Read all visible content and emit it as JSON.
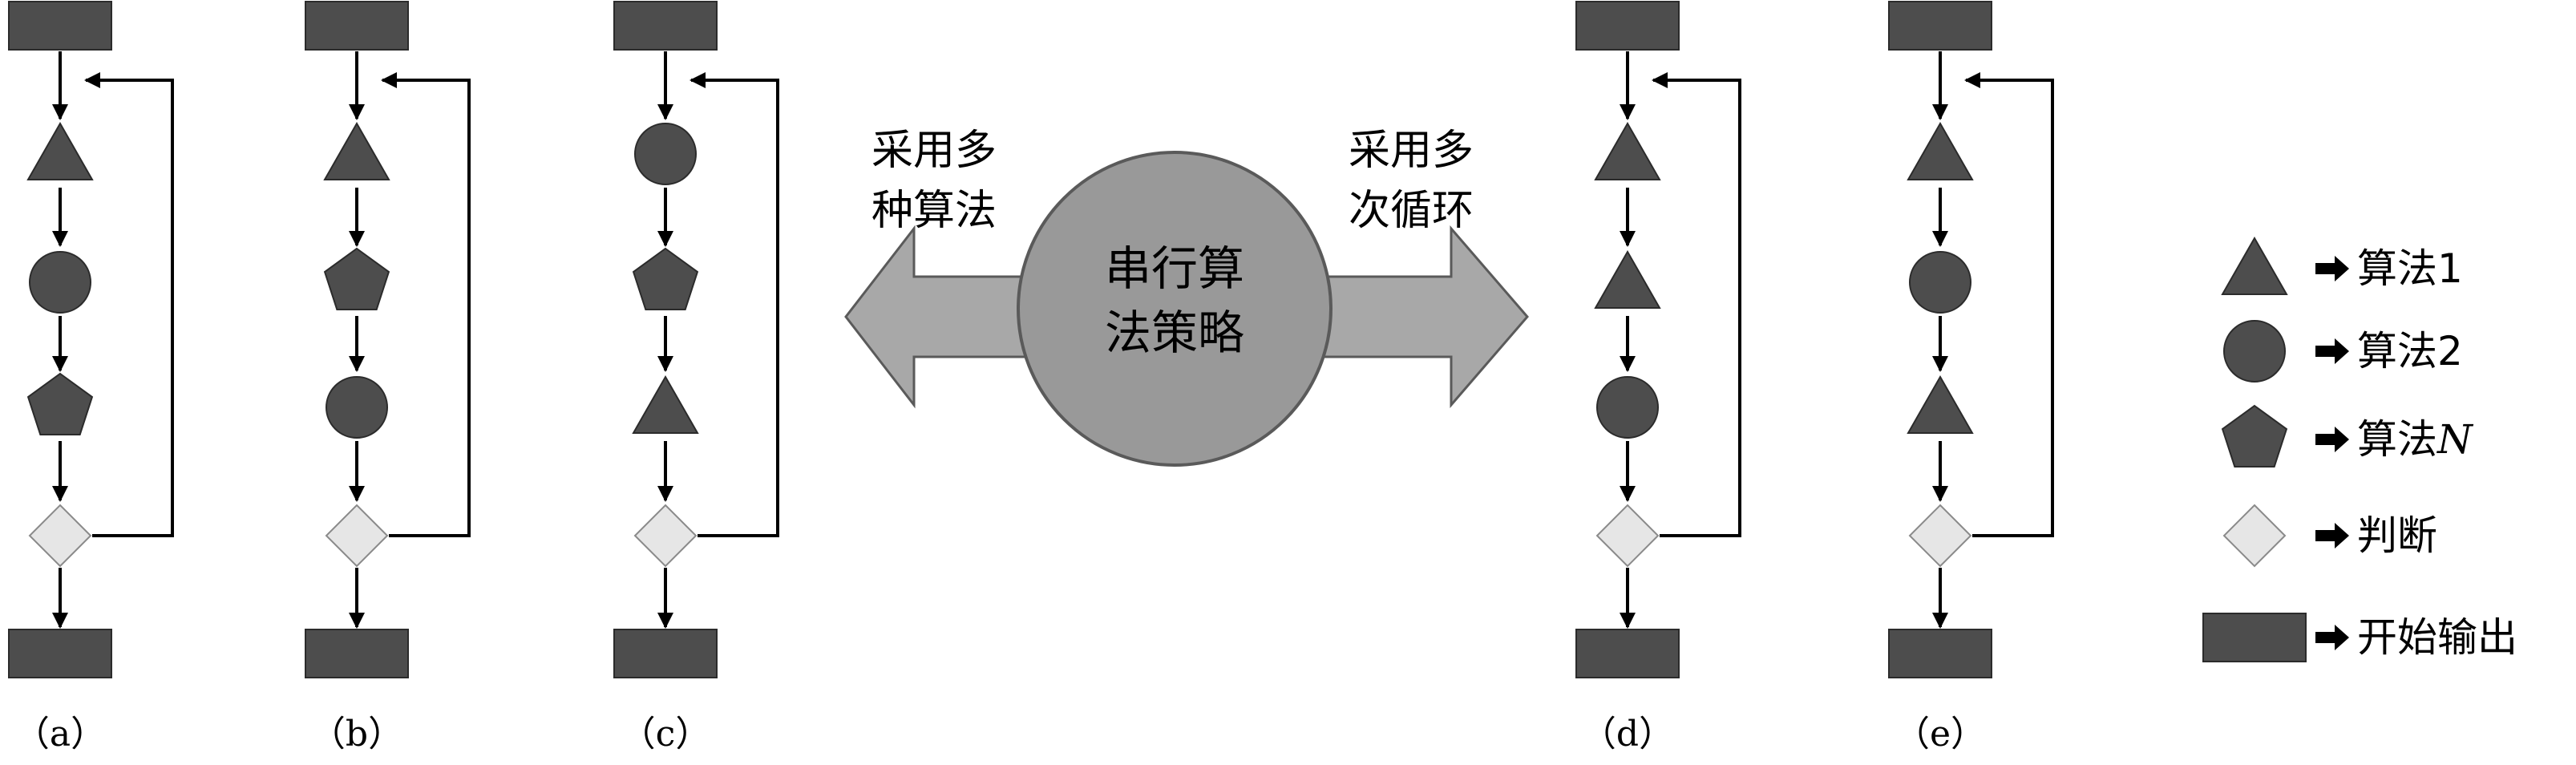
{
  "center": {
    "line1": "串行算",
    "line2": "法策略"
  },
  "left_arrow": {
    "line1": "采用多",
    "line2": "种算法"
  },
  "right_arrow": {
    "line1": "采用多",
    "line2": "次循环"
  },
  "flows": [
    {
      "caption": "（a）",
      "steps": [
        "triangle",
        "circle",
        "pentagon"
      ]
    },
    {
      "caption": "（b）",
      "steps": [
        "triangle",
        "pentagon",
        "circle"
      ]
    },
    {
      "caption": "（c）",
      "steps": [
        "circle",
        "pentagon",
        "triangle"
      ]
    },
    {
      "caption": "（d）",
      "steps": [
        "triangle",
        "triangle",
        "circle"
      ]
    },
    {
      "caption": "（e）",
      "steps": [
        "triangle",
        "circle",
        "triangle"
      ]
    }
  ],
  "legend": [
    {
      "shape": "triangle",
      "label": "算法1"
    },
    {
      "shape": "circle",
      "label": "算法2"
    },
    {
      "shape": "pentagon",
      "label": "算法N"
    },
    {
      "shape": "diamond",
      "label": "判断"
    },
    {
      "shape": "rect",
      "label": "开始输出"
    }
  ],
  "colors": {
    "shape_fill": "#4d4d4d",
    "shape_stroke": "#2b2b2b",
    "diamond_fill": "#e6e6e6",
    "center_fill": "#999999",
    "arrow_fill": "#a8a8a8"
  }
}
